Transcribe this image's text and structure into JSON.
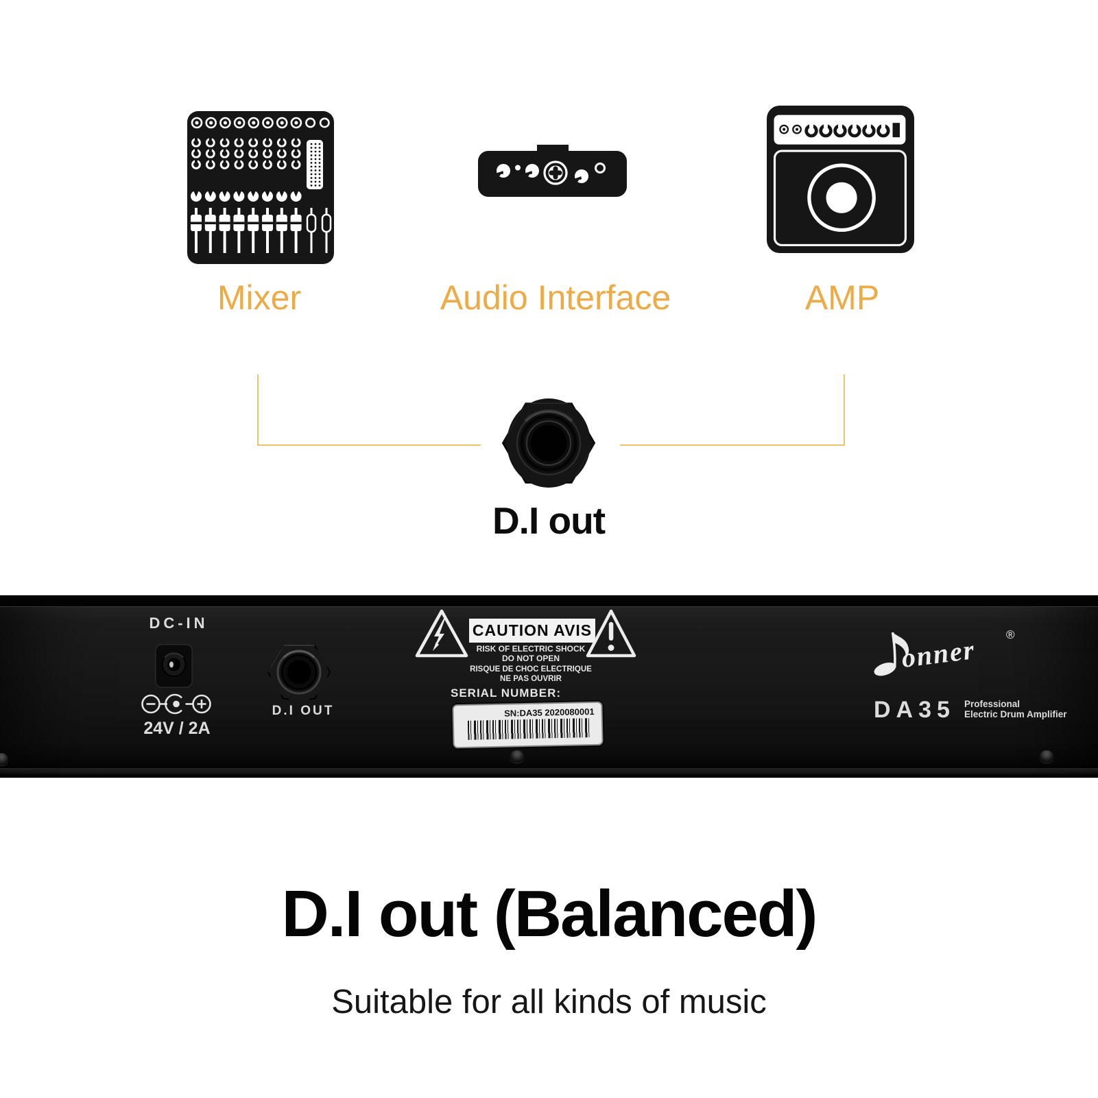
{
  "colors": {
    "accent-text": "#edaa45",
    "accent-line": "#f0c167"
  },
  "diagram": {
    "devices": [
      {
        "label": "Mixer"
      },
      {
        "label": "Audio Interface"
      },
      {
        "label": "AMP"
      }
    ],
    "jack_label": "D.I out"
  },
  "panel": {
    "dc_in_label": "DC-IN",
    "power_spec": "24V / 2A",
    "di_out_label": "D.I OUT",
    "caution_title": "CAUTION AVIS",
    "caution_lines": [
      "RISK OF ELECTRIC SHOCK",
      "DO NOT OPEN",
      "RISQUE DE CHOC ELECTRIQUE",
      "NE PAS OUVRIR"
    ],
    "serial_label": "SERIAL NUMBER:",
    "serial_value": "SN:DA35 2020080001",
    "brand": "Donner",
    "brand_script": "onner",
    "registered_mark": "®",
    "model": "DA35",
    "model_tagline": [
      "Professional",
      "Electric Drum Amplifier"
    ]
  },
  "footer": {
    "headline": "D.I out (Balanced)",
    "subtitle": "Suitable for all kinds of music"
  }
}
